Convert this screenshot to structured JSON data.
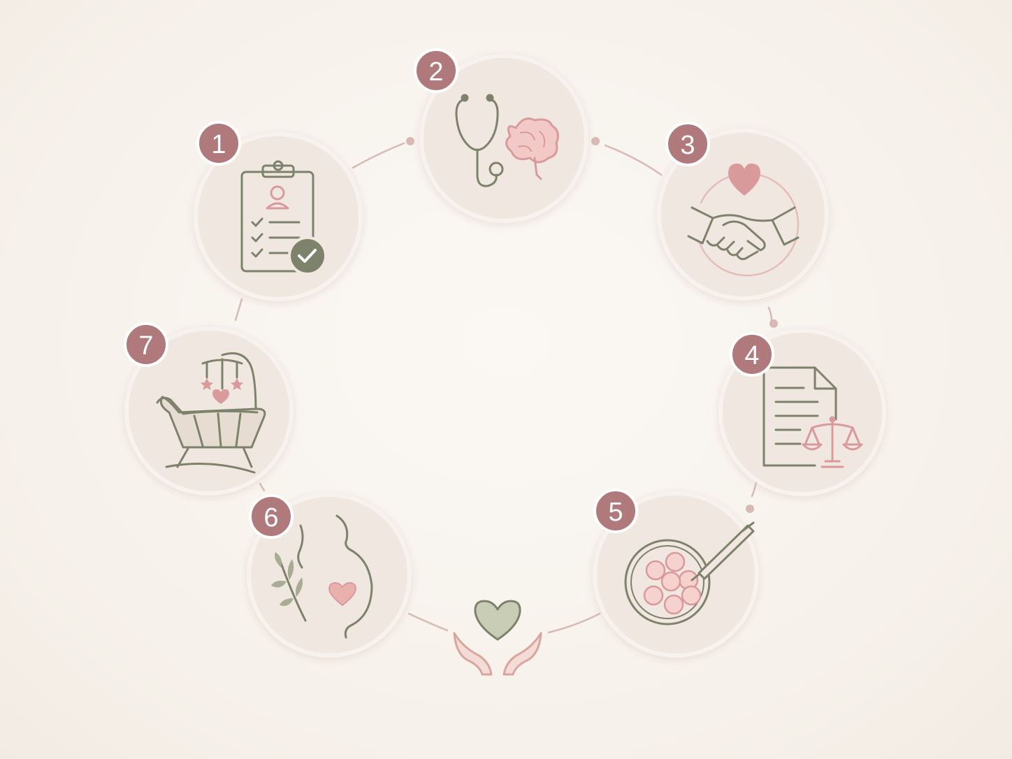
{
  "steps": [
    {
      "number": "1",
      "icon": "clipboard-checklist-icon"
    },
    {
      "number": "2",
      "icon": "stethoscope-brain-icon"
    },
    {
      "number": "3",
      "icon": "handshake-heart-icon"
    },
    {
      "number": "4",
      "icon": "legal-document-scales-icon"
    },
    {
      "number": "5",
      "icon": "petri-dish-embryo-icon"
    },
    {
      "number": "6",
      "icon": "pregnancy-icon"
    },
    {
      "number": "7",
      "icon": "baby-cradle-icon"
    }
  ],
  "center_icon": "hands-holding-heart-icon",
  "colors": {
    "badge": "#b07a7d",
    "icon_green": "#7d826a",
    "icon_pink": "#d99a9c",
    "circle_fill": "#efe7e0",
    "connector": "#d8b9b5"
  }
}
